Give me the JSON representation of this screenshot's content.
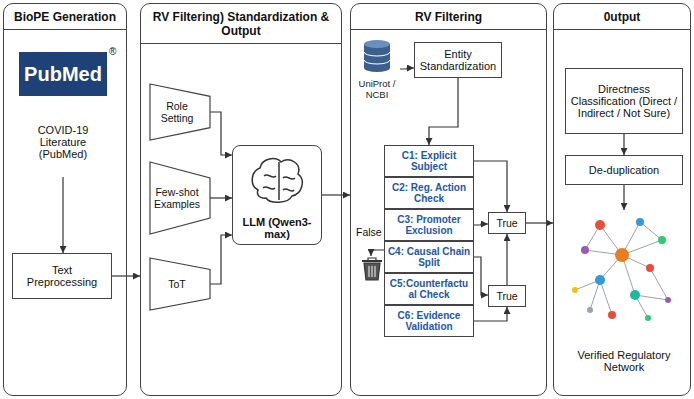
{
  "diagram": {
    "nodes": [
      {
        "text": [
          "BioPE Generation"
        ]
      },
      {
        "text": [
          "PubMed",
          "COVID-19 Literature (PubMed)"
        ],
        "in": 0
      },
      {
        "text": [
          "Text Preprocessing"
        ],
        "in": 0
      },
      {
        "text": [
          "RV Filtering) Standardization & Output"
        ]
      },
      {
        "text": [
          "Role Setting"
        ],
        "in": 3
      },
      {
        "text": [
          "Few-shot Examples"
        ],
        "in": 3
      },
      {
        "text": [
          "ToT"
        ],
        "in": 3
      },
      {
        "text": [
          "LLM (Qwen3-max)"
        ],
        "in": 3
      },
      {
        "text": [
          "RV Filtering"
        ]
      },
      {
        "text": [
          "UniProt / NCBI"
        ],
        "in": 8
      },
      {
        "text": [
          "Entity Standardization"
        ],
        "in": 8
      },
      {
        "text": [
          "C1: Explicit Subject"
        ],
        "in": 8
      },
      {
        "text": [
          "C2: Reg. Action Check"
        ],
        "in": 8
      },
      {
        "text": [
          "C3: Promoter Exclusion"
        ],
        "in": 8
      },
      {
        "text": [
          "C4: Causal Chain Split"
        ],
        "in": 8
      },
      {
        "text": [
          "C5:Counterfactu al Check"
        ],
        "in": 8
      },
      {
        "text": [
          "C6: Evidence Validation"
        ],
        "in": 8
      },
      {
        "text": [
          "True"
        ],
        "in": 8
      },
      {
        "text": [
          "True"
        ],
        "in": 8
      },
      {
        "text": [
          "0utput"
        ]
      },
      {
        "text": [
          "Directness Classification (Direct / Indirect / Not Sure)"
        ],
        "in": 19
      },
      {
        "text": [
          "De-duplication"
        ],
        "in": 19
      },
      {
        "text": [
          "Verified Regulatory Network"
        ],
        "in": 19
      }
    ],
    "edges": [
      {
        "from": 1,
        "to": 2,
        "arrow": "to"
      },
      {
        "from": 2,
        "to": 3,
        "arrow": "to"
      },
      {
        "from": 4,
        "to": 7,
        "arrow": "to"
      },
      {
        "from": 5,
        "to": 7,
        "arrow": "to"
      },
      {
        "from": 6,
        "to": 7,
        "arrow": "to"
      },
      {
        "from": 7,
        "to": 8,
        "arrow": "to"
      },
      {
        "from": 9,
        "to": 10,
        "arrow": "to"
      },
      {
        "from": 10,
        "to": 11,
        "arrow": "to"
      },
      {
        "from": 11,
        "to": 17,
        "arrow": "to"
      },
      {
        "from": 13,
        "to": 17,
        "arrow": "to"
      },
      {
        "from": 14,
        "to": 18,
        "arrow": "to"
      },
      {
        "from": 16,
        "to": 18,
        "arrow": "to"
      },
      {
        "from": 18,
        "to": 17,
        "arrow": "to"
      },
      {
        "from": 17,
        "to": 19,
        "arrow": "to"
      },
      {
        "from": 20,
        "to": 21,
        "arrow": "to"
      },
      {
        "from": 21,
        "to": 22,
        "arrow": "to"
      }
    ],
    "labels": [
      "®",
      "False"
    ]
  }
}
